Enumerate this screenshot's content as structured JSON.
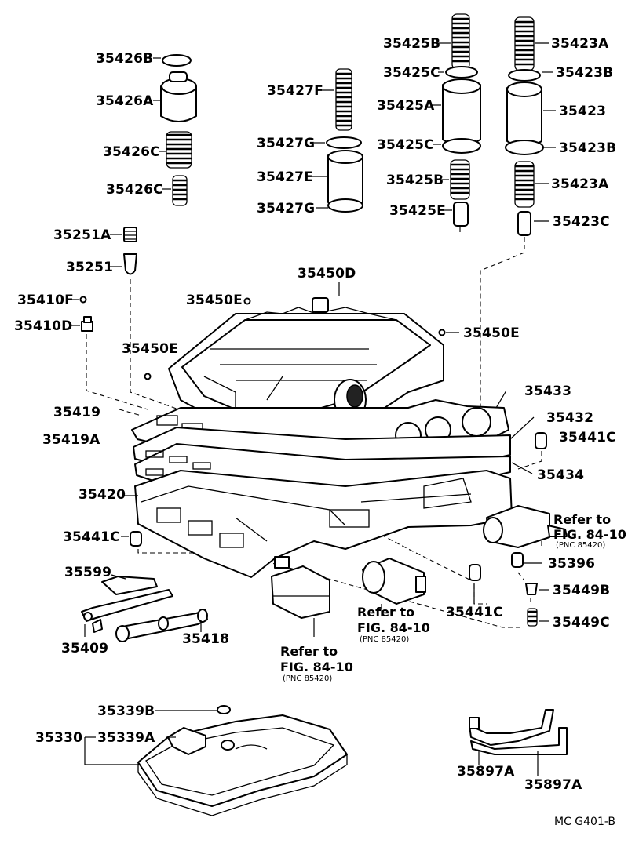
{
  "labels": {
    "p35426B": "35426B",
    "p35426A": "35426A",
    "p35426C_1": "35426C",
    "p35426C_2": "35426C",
    "p35427F": "35427F",
    "p35427G_1": "35427G",
    "p35427E": "35427E",
    "p35427G_2": "35427G",
    "p35425B_1": "35425B",
    "p35425C_1": "35425C",
    "p35425A": "35425A",
    "p35425C_2": "35425C",
    "p35425B_2": "35425B",
    "p35425E": "35425E",
    "p35423A_1": "35423A",
    "p35423B_1": "35423B",
    "p35423": "35423",
    "p35423B_2": "35423B",
    "p35423A_2": "35423A",
    "p35423C": "35423C",
    "p35251A": "35251A",
    "p35251": "35251",
    "p35410F": "35410F",
    "p35410D": "35410D",
    "p35450D": "35450D",
    "p35450E_1": "35450E",
    "p35450E_2": "35450E",
    "p35450E_3": "35450E",
    "p35433": "35433",
    "p35432": "35432",
    "p35441C_1": "35441C",
    "p35434": "35434",
    "p35419": "35419",
    "p35419A": "35419A",
    "p35420": "35420",
    "p35441C_2": "35441C",
    "p35396": "35396",
    "p35449B": "35449B",
    "p35449C": "35449C",
    "p35441C_3": "35441C",
    "p35599": "35599",
    "p35409": "35409",
    "p35418": "35418",
    "p35339B": "35339B",
    "p35330": "35330",
    "p35339A": "35339A",
    "p35897A_1": "35897A",
    "p35897A_2": "35897A"
  },
  "refs": {
    "ref1": {
      "line1": "Refer to",
      "line2": "FIG. 84-10",
      "line3": "(PNC 85420)"
    },
    "ref2": {
      "line1": "Refer to",
      "line2": "FIG. 84-10",
      "line3": "(PNC 85420)"
    },
    "ref3": {
      "line1": "Refer to",
      "line2": "FIG. 84-10",
      "line3": "(PNC 85420)"
    }
  },
  "footer": {
    "code": "MC  G401-B"
  }
}
